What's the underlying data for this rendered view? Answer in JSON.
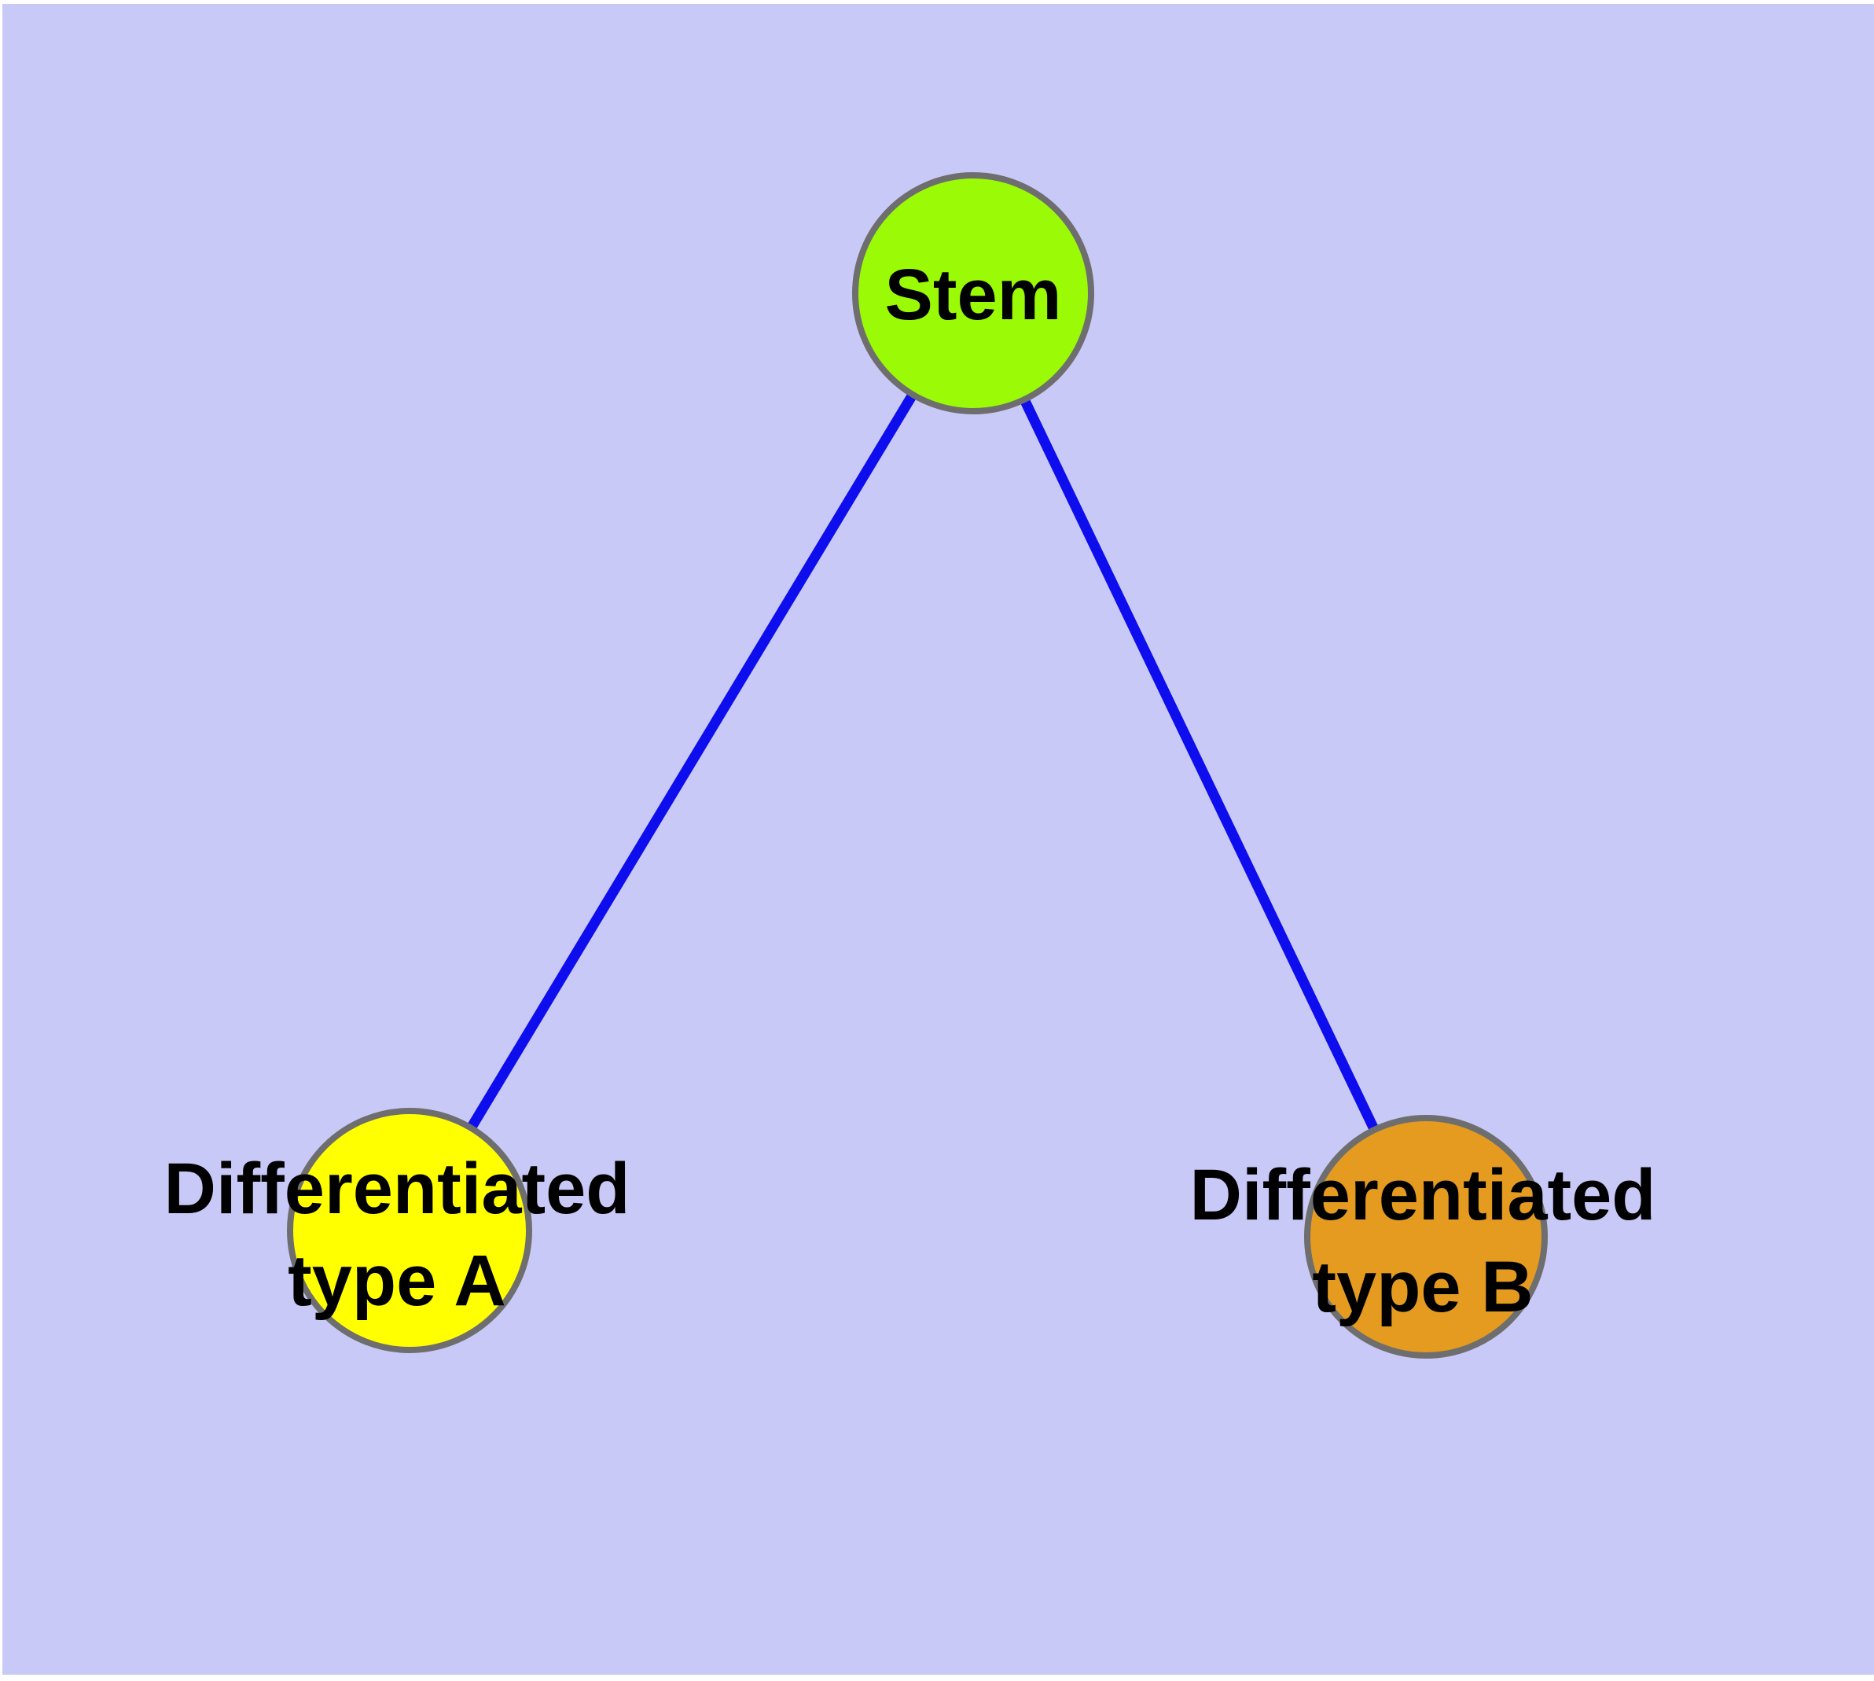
{
  "diagram": {
    "type": "graph",
    "description": "Cell differentiation graph: one stem node linked to two differentiated cell type nodes",
    "nodes": {
      "stem": {
        "label": "Stem",
        "fill": "#9BFA05"
      },
      "type_a": {
        "label_line1": "Differentiated",
        "label_line2": "type A",
        "fill": "#FFFF00"
      },
      "type_b": {
        "label_line1": "Differentiated",
        "label_line2": "type B",
        "fill": "#E49B20"
      }
    },
    "edges": [
      {
        "from": "Stem",
        "to": "Differentiated type A"
      },
      {
        "from": "Stem",
        "to": "Differentiated type B"
      }
    ],
    "colors": {
      "page_margin": "#FFFFFF",
      "plot_background": "#C9C9F8",
      "edge": "#0D0DEE",
      "node_border": "#6E6E6E",
      "label": "#000000"
    }
  }
}
